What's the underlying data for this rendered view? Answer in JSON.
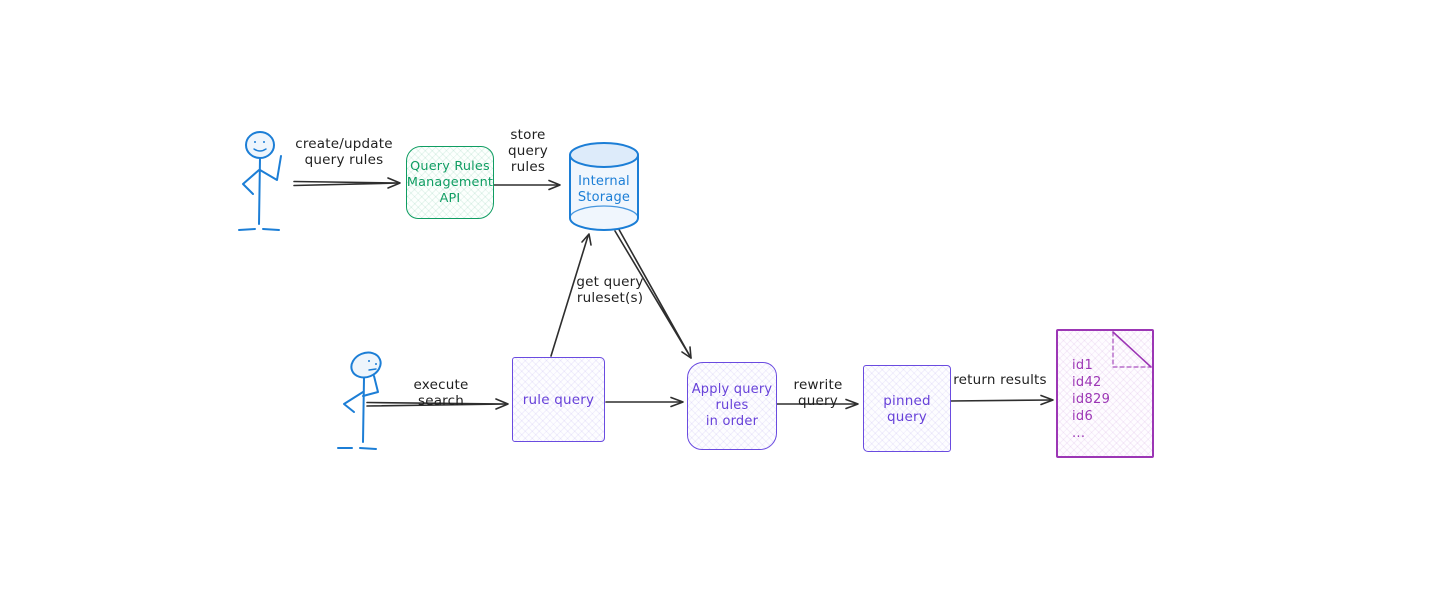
{
  "diagram": {
    "type": "flow-diagram",
    "style": "hand-drawn / excalidraw sketch",
    "background": "#ffffff"
  },
  "palette": {
    "ink": "#2e2e2e",
    "blue": "#1c7ed6",
    "green": "#0f9d62",
    "violet": "#6741d9",
    "grape": "#9c36b5"
  },
  "icons": {
    "author": "person-waving-icon",
    "searcher": "person-thinking-icon",
    "storage": "database-cylinder-icon",
    "results": "document-folded-corner-icon"
  },
  "nodes": {
    "api": {
      "lines": [
        "Query Rules",
        "Management",
        "API"
      ]
    },
    "storage": {
      "lines": [
        "Internal",
        "Storage"
      ]
    },
    "rule_query": {
      "label": "rule query"
    },
    "apply_rules": {
      "lines": [
        "Apply query",
        "rules",
        "in order"
      ]
    },
    "pinned_query": {
      "label": "pinned query"
    },
    "results_doc": {
      "ids": [
        "id1",
        "id42",
        "id829",
        "id6",
        "..."
      ]
    }
  },
  "edges": {
    "create_update": {
      "lines": [
        "create/update",
        "query rules"
      ]
    },
    "store_rules": {
      "lines": [
        "store",
        "query",
        "rules"
      ]
    },
    "get_ruleset": {
      "lines": [
        "get query",
        "ruleset(s)"
      ]
    },
    "execute_search": {
      "label": "execute search"
    },
    "rewrite_query": {
      "label": "rewrite query"
    },
    "return_results": {
      "label": "return results"
    }
  }
}
